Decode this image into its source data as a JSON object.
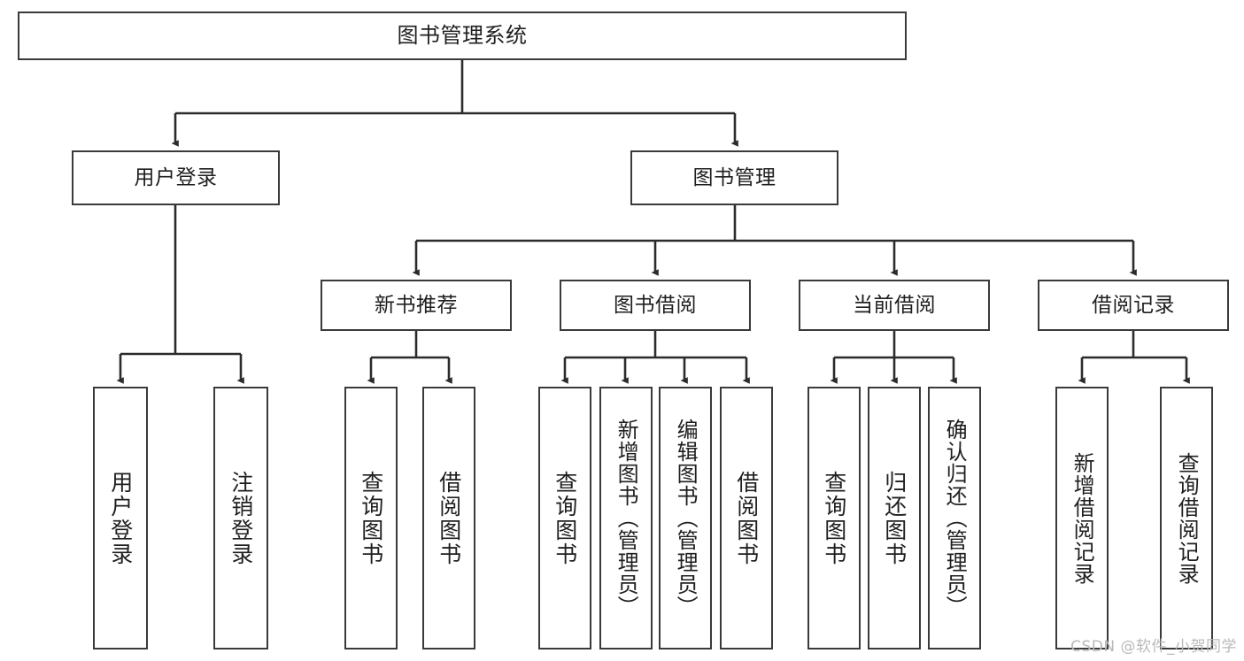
{
  "diagram": {
    "title": "图书管理系统",
    "watermark": "CSDN @软件_小贺同学",
    "colors": {
      "background": "#ffffff",
      "box_border": "#3a3a3a",
      "text": "#1f1f1f",
      "connector": "#2b2b2b",
      "watermark": "#b9b9b9"
    },
    "nodes": {
      "root": {
        "label": "图书管理系统"
      },
      "level2": [
        {
          "label": "用户登录"
        },
        {
          "label": "图书管理"
        }
      ],
      "level3": [
        {
          "label": "新书推荐"
        },
        {
          "label": "图书借阅"
        },
        {
          "label": "当前借阅"
        },
        {
          "label": "借阅记录"
        }
      ],
      "leaves": {
        "user_login": [
          {
            "label": "用户登录"
          },
          {
            "label": "注销登录"
          }
        ],
        "new_book_recommend": [
          {
            "label": "查询图书"
          },
          {
            "label": "借阅图书"
          }
        ],
        "book_borrow": [
          {
            "label": "查询图书"
          },
          {
            "label": "新增图书（管理员）"
          },
          {
            "label": "编辑图书（管理员）"
          },
          {
            "label": "借阅图书"
          }
        ],
        "current_borrow": [
          {
            "label": "查询图书"
          },
          {
            "label": "归还图书"
          },
          {
            "label": "确认归还（管理员）"
          }
        ],
        "borrow_record": [
          {
            "label": "新增借阅记录"
          },
          {
            "label": "查询借阅记录"
          }
        ]
      }
    }
  }
}
